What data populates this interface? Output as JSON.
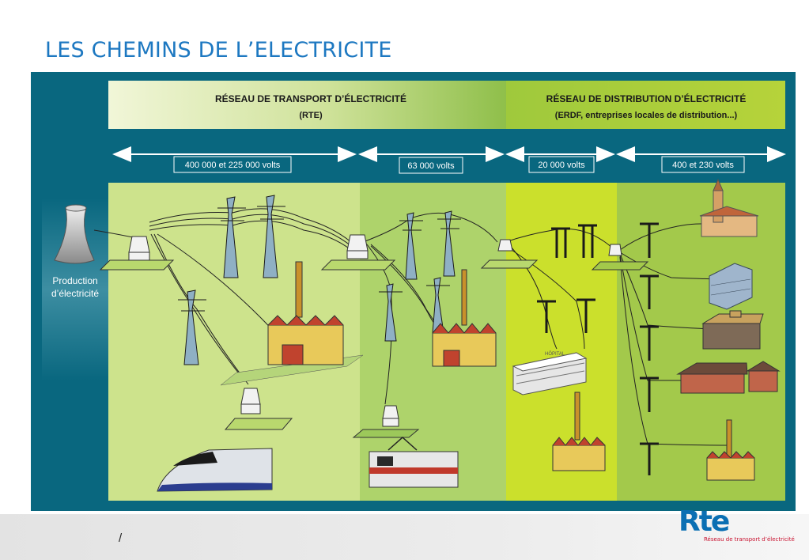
{
  "page": {
    "title": "LES CHEMINS DE L’ELECTRICITE",
    "footer_separator": "/"
  },
  "diagram": {
    "network_transport": {
      "title": "RÉSEAU DE TRANSPORT D’ÉLECTRICITÉ",
      "subtitle": "(RTE)"
    },
    "network_distribution": {
      "title": "RÉSEAU DE DISTRIBUTION D’ÉLECTRICITÉ",
      "subtitle": "(ERDF, entreprises locales de distribution...)"
    },
    "voltages": [
      "400 000 et 225 000 volts",
      "63 000 volts",
      "20 000 volts",
      "400 et 230 volts"
    ],
    "production_label": [
      "Production",
      "d’électricité"
    ],
    "hospital_sign": "HÔPITAL",
    "colors": {
      "frame": "#09677f",
      "zone1": "#cde38c",
      "zone2": "#aed36b",
      "zone3": "#cbe02c",
      "zone4": "#a3c94b"
    }
  },
  "brand": {
    "logo_text": "Rte",
    "tagline": "Réseau de transport d’électricité"
  }
}
